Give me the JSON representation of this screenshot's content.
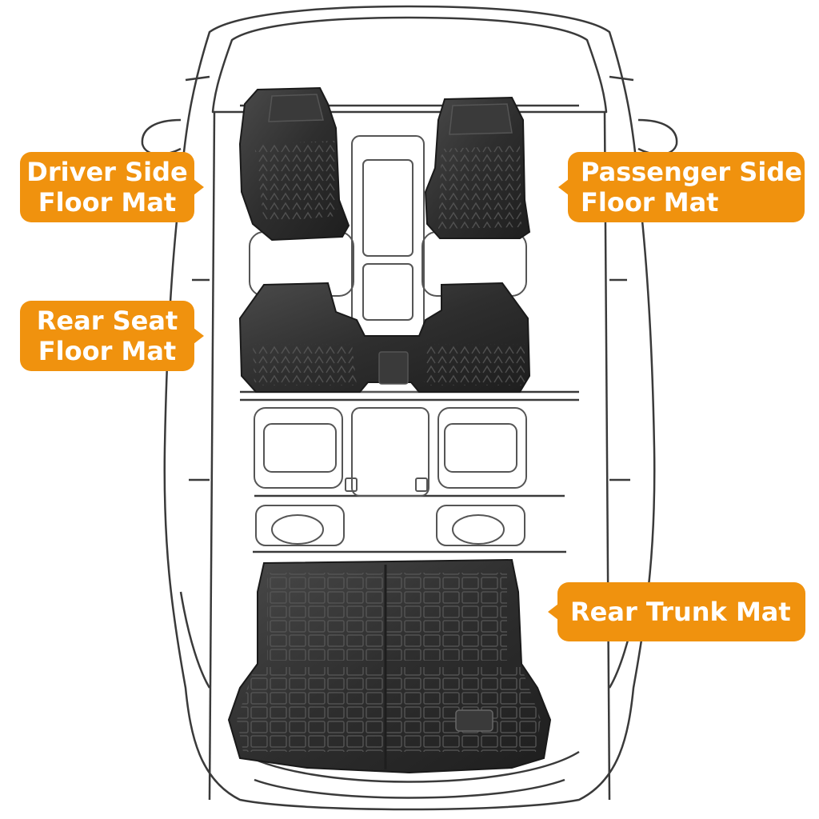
{
  "callouts": {
    "driver": {
      "line1": "Driver Side",
      "line2": "Floor Mat"
    },
    "passenger": {
      "line1": "Passenger Side",
      "line2": "Floor Mat"
    },
    "rear_seat": {
      "line1": "Rear Seat",
      "line2": "Floor Mat"
    },
    "trunk": {
      "line1": "Rear Trunk Mat"
    }
  },
  "colors": {
    "callout_fill": "#f0920e",
    "callout_text": "#ffffff",
    "line_art": "#3a3a3a",
    "mat_fill": "#2b2b2b"
  }
}
